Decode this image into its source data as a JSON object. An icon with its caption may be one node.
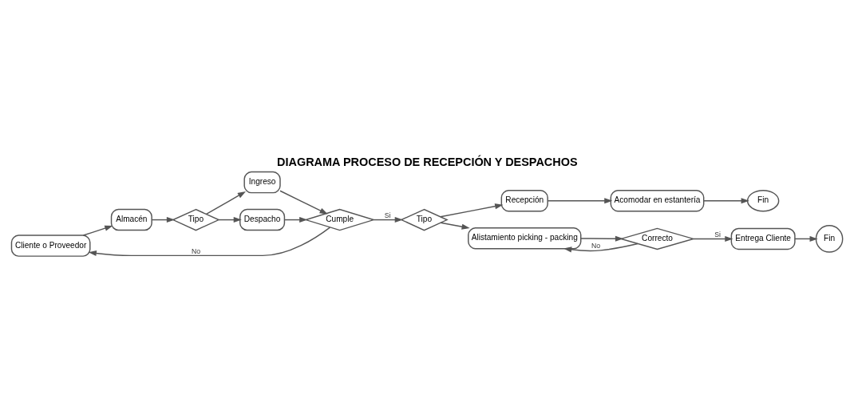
{
  "diagram": {
    "title": "DIAGRAMA PROCESO DE RECEPCIÓN Y DESPACHOS",
    "nodes": [
      {
        "text": [
          "Cliente o Proveedor"
        ]
      },
      {
        "text": [
          "Almacén"
        ]
      },
      {
        "text": [
          "Tipo"
        ]
      },
      {
        "text": [
          "Ingreso"
        ]
      },
      {
        "text": [
          "Despacho"
        ]
      },
      {
        "text": [
          "Cumple"
        ]
      },
      {
        "text": [
          "Tipo"
        ]
      },
      {
        "text": [
          "Recepción"
        ]
      },
      {
        "text": [
          "Acomodar en estantería"
        ]
      },
      {
        "text": [
          "Fin"
        ]
      },
      {
        "text": [
          "Alistamiento picking - packing"
        ]
      },
      {
        "text": [
          "Correcto"
        ]
      },
      {
        "text": [
          "Entrega Cliente"
        ]
      },
      {
        "text": [
          "Fin"
        ]
      }
    ],
    "edges": [
      {
        "from": 0,
        "to": 1,
        "arrow": "to"
      },
      {
        "from": 1,
        "to": 2,
        "arrow": "to"
      },
      {
        "from": 2,
        "to": 3,
        "arrow": "to"
      },
      {
        "from": 2,
        "to": 4,
        "arrow": "to"
      },
      {
        "from": 3,
        "to": 5,
        "arrow": "to"
      },
      {
        "from": 4,
        "to": 5,
        "arrow": "to"
      },
      {
        "from": 5,
        "to": 0,
        "label": "No",
        "arrow": "to"
      },
      {
        "from": 5,
        "to": 6,
        "label": "Si",
        "arrow": "to"
      },
      {
        "from": 6,
        "to": 7,
        "arrow": "to"
      },
      {
        "from": 7,
        "to": 8,
        "arrow": "to"
      },
      {
        "from": 8,
        "to": 9,
        "arrow": "to"
      },
      {
        "from": 6,
        "to": 10,
        "arrow": "to"
      },
      {
        "from": 10,
        "to": 11,
        "arrow": "to"
      },
      {
        "from": 11,
        "to": 12,
        "label": "Si",
        "arrow": "to"
      },
      {
        "from": 12,
        "to": 13,
        "arrow": "to"
      },
      {
        "from": 11,
        "to": 10,
        "label": "No",
        "arrow": "to"
      }
    ]
  }
}
